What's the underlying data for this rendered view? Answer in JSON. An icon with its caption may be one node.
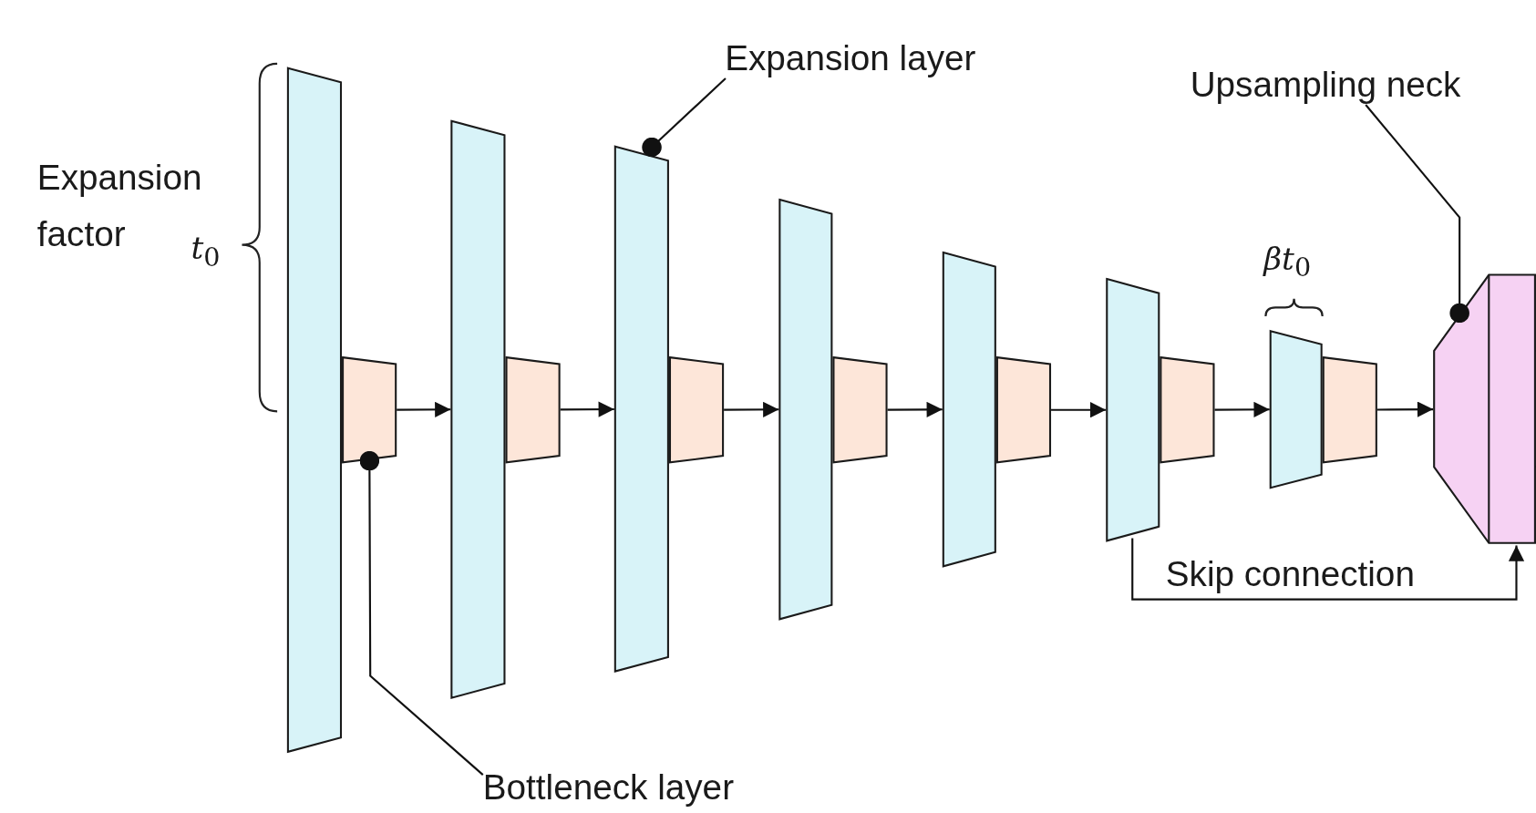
{
  "diagram": {
    "nodes": [
      {
        "text": [
          "Expansion layer"
        ]
      },
      {
        "text": [
          "Upsampling neck"
        ]
      },
      {
        "text": [],
        "shape": "box"
      },
      {
        "text": [],
        "shape": "box"
      },
      {
        "text": [],
        "shape": "box"
      },
      {
        "text": [],
        "shape": "box"
      },
      {
        "text": [],
        "shape": "box"
      },
      {
        "text": [],
        "shape": "box"
      },
      {
        "text": [],
        "shape": "box"
      },
      {
        "text": [],
        "shape": "box"
      },
      {
        "text": [],
        "shape": "box"
      },
      {
        "text": [],
        "shape": "box"
      },
      {
        "text": [],
        "shape": "box"
      },
      {
        "text": [],
        "shape": "box"
      },
      {
        "text": [],
        "shape": "box"
      },
      {
        "text": [],
        "shape": "box"
      },
      {
        "text": [],
        "shape": "box"
      },
      {
        "text": [
          "Bottleneck layer"
        ]
      }
    ],
    "edges": [
      {
        "from": 0,
        "to": 6,
        "arrow": "other"
      },
      {
        "from": 1,
        "to": 16,
        "arrow": "other"
      },
      {
        "from": 3,
        "to": 4,
        "arrow": "to"
      },
      {
        "from": 5,
        "to": 6,
        "arrow": "to"
      },
      {
        "from": 7,
        "to": 8,
        "arrow": "to"
      },
      {
        "from": 9,
        "to": 10,
        "arrow": "to"
      },
      {
        "from": 11,
        "to": 12,
        "arrow": "to"
      },
      {
        "from": 13,
        "to": 14,
        "arrow": "to"
      },
      {
        "from": 15,
        "to": 16,
        "arrow": "to"
      },
      {
        "from": 12,
        "to": 16,
        "arrow": "to",
        "label": "Skip connection"
      },
      {
        "from": 17,
        "to": 3,
        "arrow": "other"
      }
    ],
    "labels": [
      "Expansion factor",
      "*t*$_{0}$",
      "*βt*$_{0}$"
    ]
  }
}
